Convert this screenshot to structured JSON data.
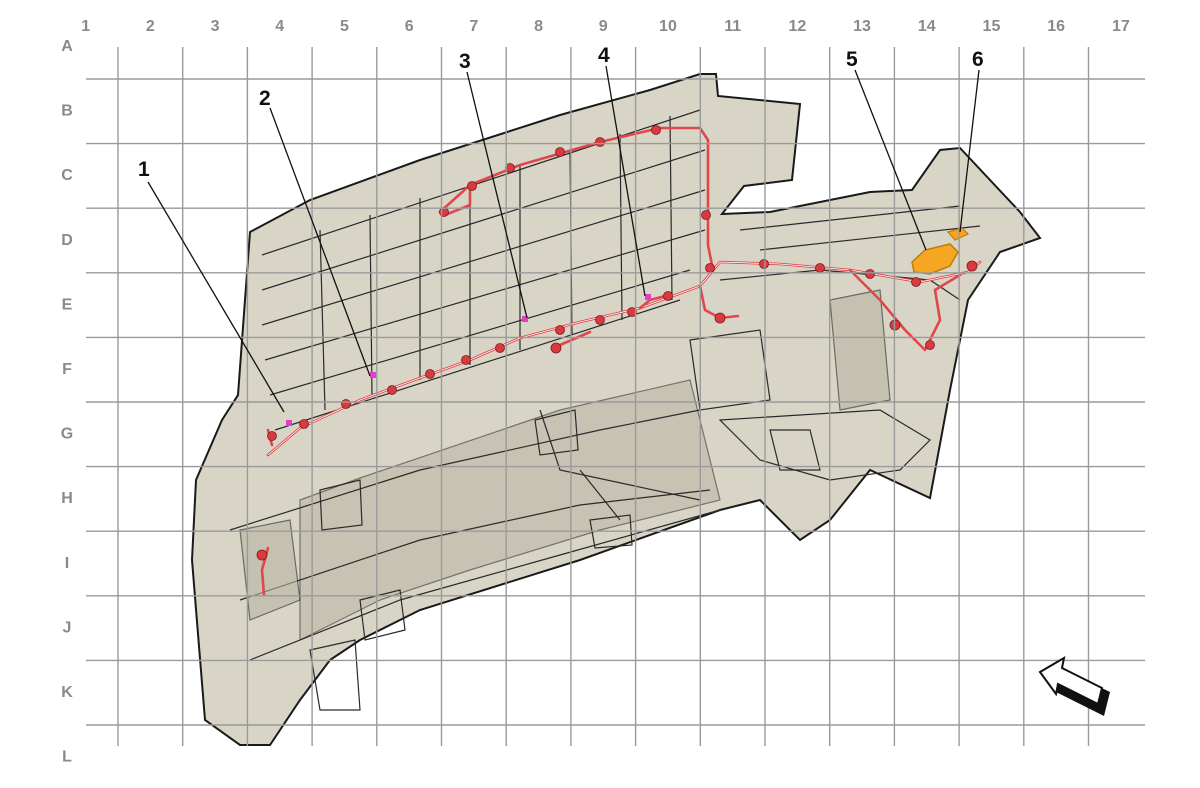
{
  "columns": [
    "1",
    "2",
    "3",
    "4",
    "5",
    "6",
    "7",
    "8",
    "9",
    "10",
    "11",
    "12",
    "13",
    "14",
    "15",
    "16",
    "17"
  ],
  "rows": [
    "A",
    "B",
    "C",
    "D",
    "E",
    "F",
    "G",
    "H",
    "I",
    "J",
    "K",
    "L"
  ],
  "callouts": [
    "1",
    "2",
    "3",
    "4",
    "5",
    "6"
  ],
  "colors": {
    "grid": "#9a9a9a",
    "labels": "#8a8a8a",
    "bumper_body": "#d9d5c6",
    "wiring_harness": "#e0474d",
    "highlighted_component": "#f5a623",
    "connector_marker": "#e040c8"
  },
  "icons": {
    "orientation_arrow": "direction-arrow-icon"
  }
}
